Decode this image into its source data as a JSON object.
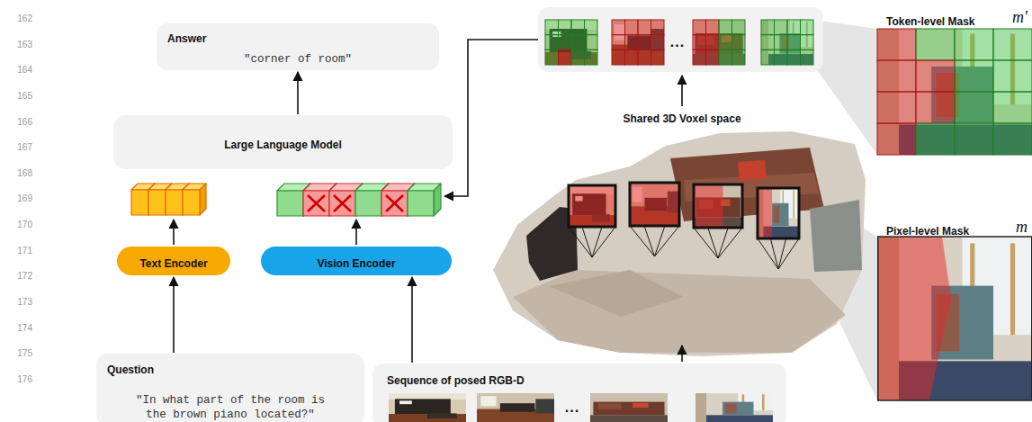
{
  "diagram": {
    "nodes": [
      {
        "text": [
          "Answer",
          "\"corner of room\""
        ]
      },
      {
        "text": [
          "Large Language Model"
        ]
      },
      {
        "text": [
          "Text Encoder"
        ]
      },
      {
        "text": [
          "Vision Encoder"
        ]
      },
      {
        "text": [
          "Question",
          "\"In what part of the room is the brown piano located?\""
        ]
      },
      {
        "text": [
          "Sequence of posed RGB-D",
          "..."
        ]
      },
      {
        "text": [
          "..."
        ]
      },
      {
        "text": [
          "Token-level Mask",
          "m′"
        ]
      },
      {
        "text": [
          "Pixel-level Mask",
          "m"
        ]
      }
    ],
    "edges": [
      {
        "from": 1,
        "to": 0,
        "arrow": "to"
      },
      {
        "from": 4,
        "to": 2,
        "arrow": "to"
      },
      {
        "from": 5,
        "to": 3,
        "arrow": "to"
      }
    ],
    "labels": [
      "Shared 3D Voxel space",
      "162",
      "163",
      "164",
      "165",
      "166",
      "167",
      "168",
      "169",
      "170",
      "171",
      "172",
      "173",
      "174",
      "175",
      "176"
    ]
  }
}
